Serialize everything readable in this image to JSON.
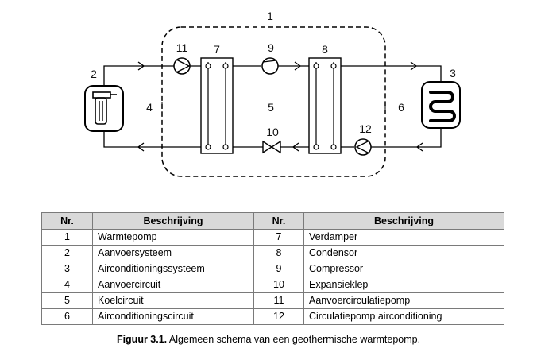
{
  "diagram": {
    "labels": {
      "boundary": "1",
      "supply_system": "2",
      "ac_system": "3",
      "supply_circuit": "4",
      "cooling_circuit": "5",
      "ac_circuit": "6",
      "evaporator": "7",
      "condenser": "8",
      "compressor": "9",
      "expansion_valve": "10",
      "supply_pump": "11",
      "ac_pump": "12"
    },
    "icons": [
      "heat-pump-well-icon",
      "radiator-coil-icon",
      "pump-icon",
      "compressor-icon",
      "heat-exchanger-icon",
      "expansion-valve-icon"
    ]
  },
  "table": {
    "headers": [
      "Nr.",
      "Beschrijving",
      "Nr.",
      "Beschrijving"
    ],
    "rows": [
      [
        "1",
        "Warmtepomp",
        "7",
        "Verdamper"
      ],
      [
        "2",
        "Aanvoersysteem",
        "8",
        "Condensor"
      ],
      [
        "3",
        "Airconditioningssysteem",
        "9",
        "Compressor"
      ],
      [
        "4",
        "Aanvoercircuit",
        "10",
        "Expansieklep"
      ],
      [
        "5",
        "Koelcircuit",
        "11",
        "Aanvoercirculatiepomp"
      ],
      [
        "6",
        "Airconditioningscircuit",
        "12",
        "Circulatiepomp airconditioning"
      ]
    ]
  },
  "caption": {
    "prefix": "Figuur 3.1.",
    "text": " Algemeen schema van een geothermische warmtepomp."
  }
}
